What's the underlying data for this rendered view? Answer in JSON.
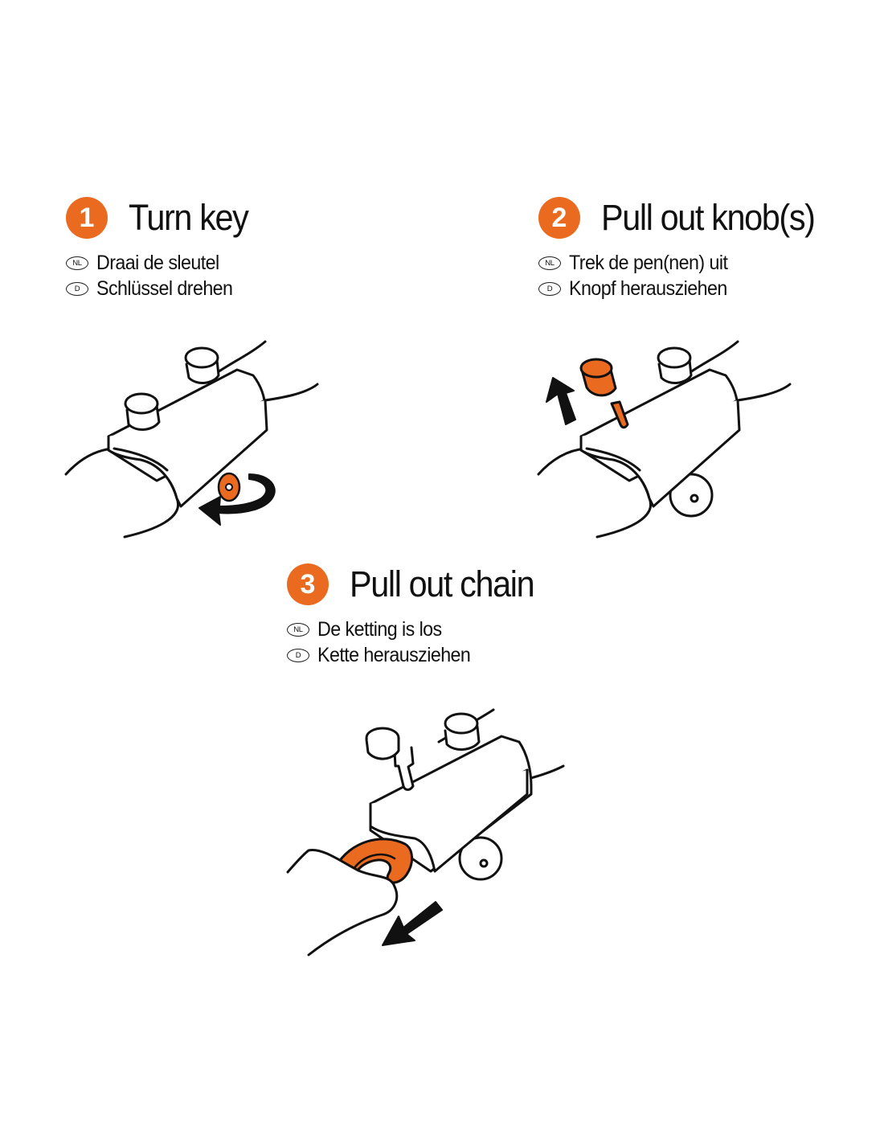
{
  "steps": [
    {
      "number": "1",
      "title": "Turn key",
      "translations": [
        {
          "lang": "NL",
          "text": "Draai de sleutel"
        },
        {
          "lang": "D",
          "text": "Schlüssel drehen"
        }
      ]
    },
    {
      "number": "2",
      "title": "Pull out knob(s)",
      "translations": [
        {
          "lang": "NL",
          "text": "Trek de pen(nen) uit"
        },
        {
          "lang": "D",
          "text": "Knopf herausziehen"
        }
      ]
    },
    {
      "number": "3",
      "title": "Pull out chain",
      "translations": [
        {
          "lang": "NL",
          "text": "De ketting is los"
        },
        {
          "lang": "D",
          "text": "Kette herausziehen"
        }
      ]
    }
  ],
  "colors": {
    "accent": "#ea6a1f",
    "line": "#111111",
    "background": "#ffffff"
  },
  "icons": [
    "lock-illustration",
    "key",
    "knob",
    "arrow",
    "chain-link"
  ]
}
